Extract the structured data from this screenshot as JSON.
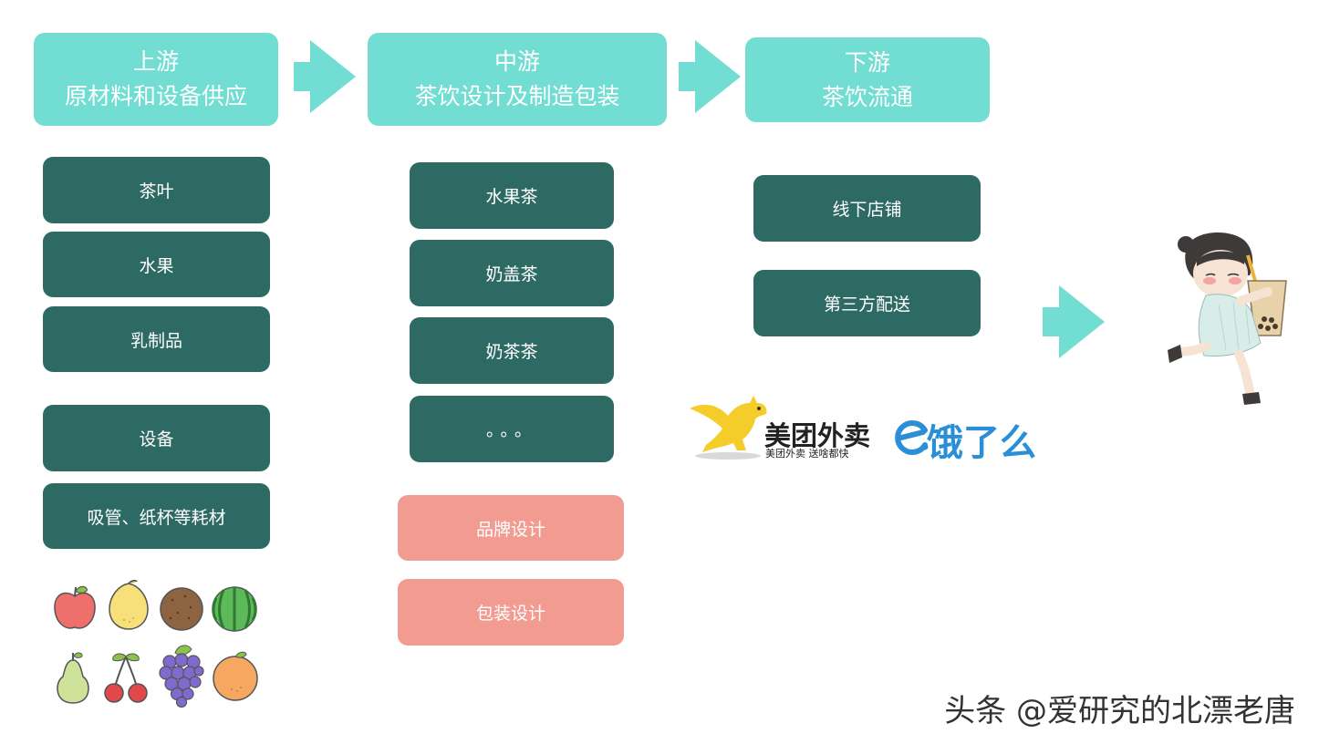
{
  "stages": [
    {
      "title": "上游",
      "subtitle": "原材料和设备供应"
    },
    {
      "title": "中游",
      "subtitle": "茶饮设计及制造包装"
    },
    {
      "title": "下游",
      "subtitle": "茶饮流通"
    }
  ],
  "upstream_items": [
    "茶叶",
    "水果",
    "乳制品",
    "设备",
    "吸管、纸杯等耗材"
  ],
  "midstream_items": [
    "水果茶",
    "奶盖茶",
    "奶茶茶",
    "。。。"
  ],
  "midstream_design_items": [
    "品牌设计",
    "包装设计"
  ],
  "downstream_items": [
    "线下店铺",
    "第三方配送"
  ],
  "logos": {
    "meituan_name": "美团外卖",
    "meituan_slogan": "美团外卖 送啥都快",
    "eleme_name": "饿了么"
  },
  "watermark": "头条 @爱研究的北漂老唐",
  "colors": {
    "stage_header": "#72ddd3",
    "item_box": "#2d6a64",
    "design_box": "#f29c91",
    "arrow": "#72ddd3"
  },
  "icons": [
    "apple-icon",
    "lemon-icon",
    "kiwi-icon",
    "watermelon-icon",
    "pear-icon",
    "cherry-icon",
    "grape-icon",
    "orange-icon",
    "girl-bubble-tea-illustration"
  ]
}
